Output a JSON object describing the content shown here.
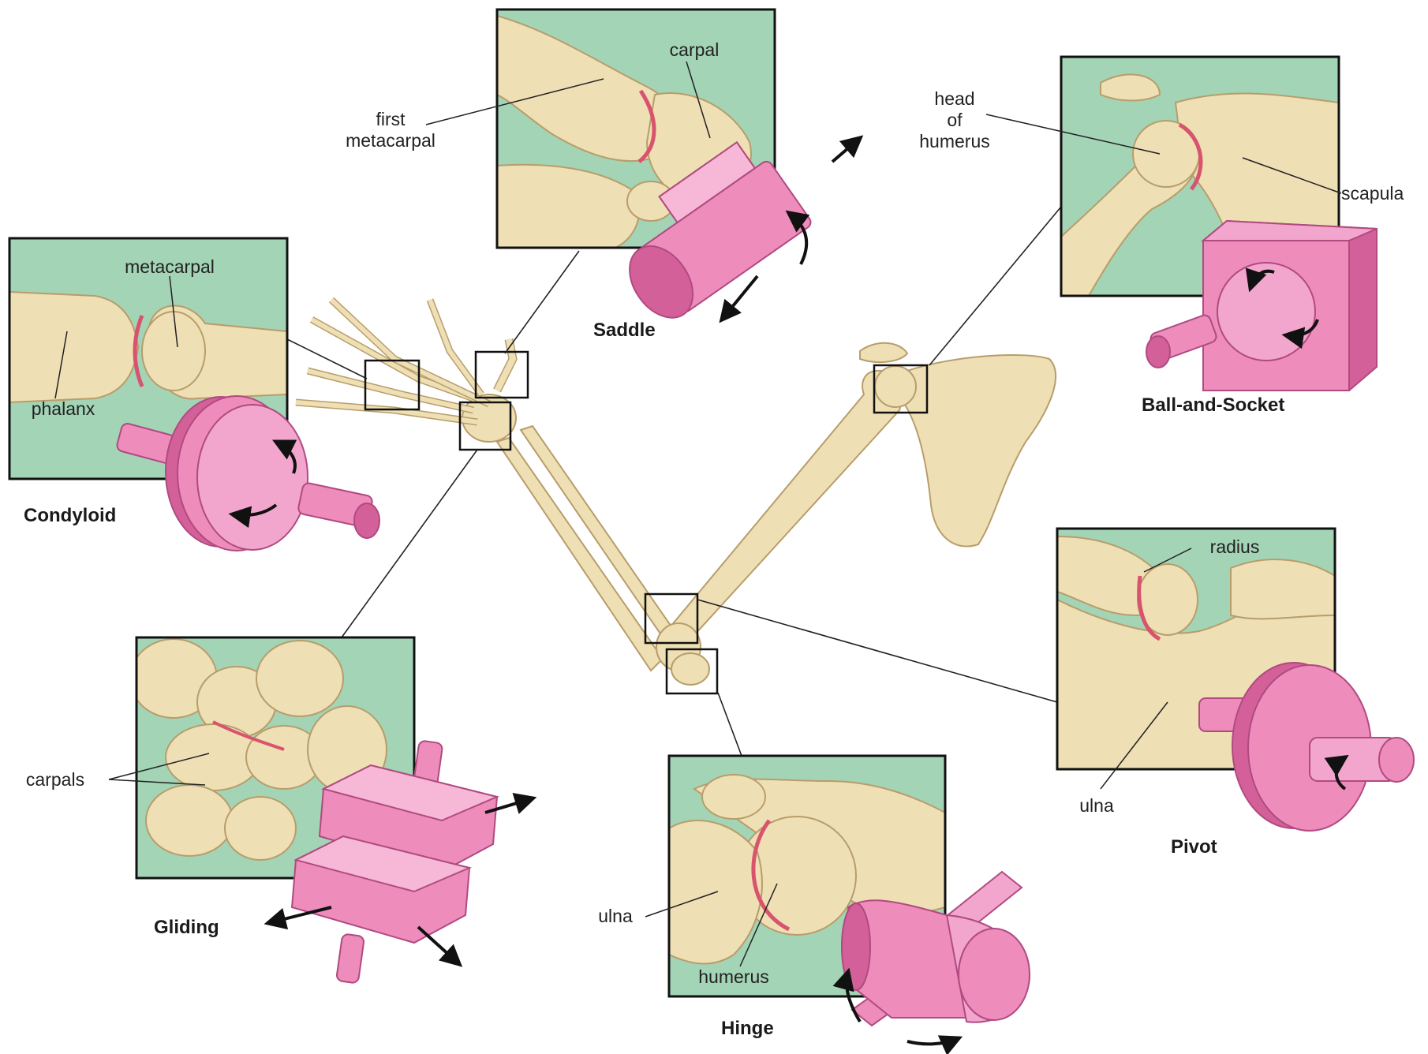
{
  "colors": {
    "panel_bg": "#a3d4b6",
    "bone": "#eedfb4",
    "bone_outline": "#b89d6b",
    "cartilage": "#d9536e",
    "model_pink": "#ee8cbc",
    "model_dark": "#d4609a",
    "arrow": "#111111"
  },
  "joints": {
    "saddle": {
      "caption": "Saddle",
      "labels": {
        "carpal": "carpal",
        "first_metacarpal": "first\nmetacarpal"
      }
    },
    "ball_and_socket": {
      "caption": "Ball-and-Socket",
      "labels": {
        "head_of_humerus": "head\nof\nhumerus",
        "scapula": "scapula"
      }
    },
    "condyloid": {
      "caption": "Condyloid",
      "labels": {
        "metacarpal": "metacarpal",
        "phalanx": "phalanx"
      }
    },
    "pivot": {
      "caption": "Pivot",
      "labels": {
        "radius": "radius",
        "ulna": "ulna"
      }
    },
    "gliding": {
      "caption": "Gliding",
      "labels": {
        "carpals": "carpals"
      }
    },
    "hinge": {
      "caption": "Hinge",
      "labels": {
        "ulna": "ulna",
        "humerus": "humerus"
      }
    }
  },
  "icons": [
    "joint-model-icon",
    "motion-arrow-icon",
    "bone-illustration"
  ]
}
